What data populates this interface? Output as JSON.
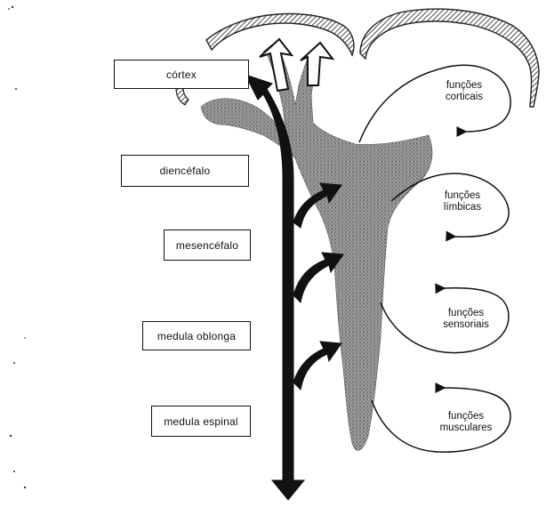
{
  "levels": {
    "cortex": "córtex",
    "diencefalo": "diencéfalo",
    "mesencefalo": "mesencéfalo",
    "medula_oblonga": "medula oblonga",
    "medula_espinal": "medula espinal"
  },
  "functions": {
    "corticais": [
      "funções",
      "corticais"
    ],
    "limbicas": [
      "funções",
      "límbicas"
    ],
    "sensoriais": [
      "funções",
      "sensoriais"
    ],
    "musculares": [
      "funções",
      "musculares"
    ]
  },
  "colors": {
    "ink": "#111111",
    "stipple": "#8a8a8a",
    "background": "#ffffff"
  }
}
